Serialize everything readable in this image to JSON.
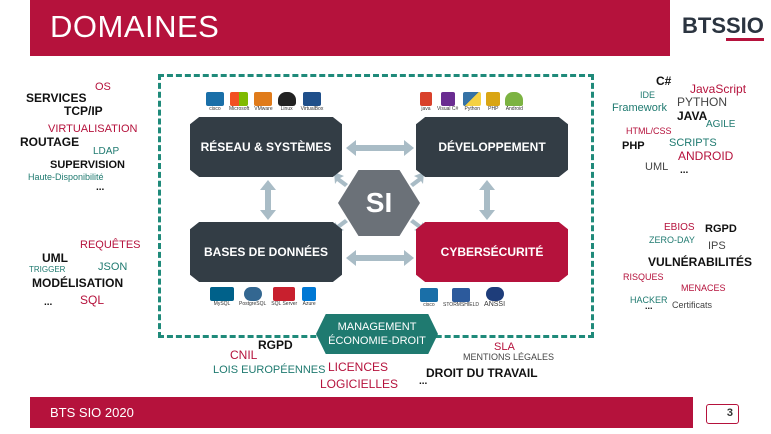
{
  "header": {
    "title": "DOMAINES",
    "logo_bts": "BTS",
    "logo_sio": "SIO"
  },
  "footer": {
    "text": "BTS SIO 2020",
    "page": "3"
  },
  "center": {
    "hub": "SI",
    "reseau": "RÉSEAU & SYSTÈMES",
    "dev": "DÉVELOPPEMENT",
    "bdd": "BASES DE DONNÉES",
    "cyber": "CYBERSÉCURITÉ",
    "mgmt_line1": "MANAGEMENT",
    "mgmt_line2": "ÉCONOMIE-DROIT"
  },
  "logos": {
    "reseau": [
      "cisco",
      "Microsoft",
      "VMware",
      "Linux",
      "VirtualBox"
    ],
    "dev": [
      "java",
      "Visual C#",
      "Python",
      "PHP",
      "Android"
    ],
    "bdd": [
      "MySQL",
      "PostgreSQL",
      "SQL Server",
      "Azure"
    ],
    "cyber": [
      "cisco",
      "STORMSHIELD",
      "ANSSI"
    ]
  },
  "left_top": {
    "services": "SERVICES",
    "os": "OS",
    "tcpip": "TCP/IP",
    "virtualisation": "VIRTUALISATION",
    "routage": "ROUTAGE",
    "ldap": "LDAP",
    "supervision": "SUPERVISION",
    "haute_dispo": "Haute-Disponibilité",
    "dots": "..."
  },
  "left_bottom": {
    "requetes": "REQUÊTES",
    "uml": "UML",
    "trigger": "TRIGGER",
    "json": "JSON",
    "modelisation": "MODÉLISATION",
    "sql": "SQL",
    "dots": "..."
  },
  "right_top": {
    "csharp": "C#",
    "javascript": "JavaScript",
    "ide": "IDE",
    "framework": "Framework",
    "python": "PYTHON",
    "java": "JAVA",
    "agile": "AGILE",
    "htmlcss": "HTML/CSS",
    "scripts": "SCRIPTS",
    "php": "PHP",
    "android": "ANDROID",
    "uml": "UML",
    "dots": "..."
  },
  "right_bottom": {
    "ebios": "EBIOS",
    "rgpd": "RGPD",
    "zeroday": "ZERO-DAY",
    "ips": "IPS",
    "vulnerabilites": "VULNÉRABILITÉS",
    "risques": "RISQUES",
    "menaces": "MENACES",
    "hacker": "HACKER",
    "certificats": "Certificats",
    "dots": "..."
  },
  "bottom": {
    "rgpd": "RGPD",
    "sla": "SLA",
    "cnil": "CNIL",
    "mentions": "MENTIONS LÉGALES",
    "lois": "LOIS EUROPÉENNES",
    "licences": "LICENCES",
    "logiciels": "LOGICIELLES",
    "droit_travail": "DROIT DU TRAVAIL",
    "dots": "..."
  },
  "colors": {
    "accent": "#b5123c",
    "dark": "#333d45",
    "teal": "#1f7a70",
    "arrow": "#a9bcc6"
  }
}
